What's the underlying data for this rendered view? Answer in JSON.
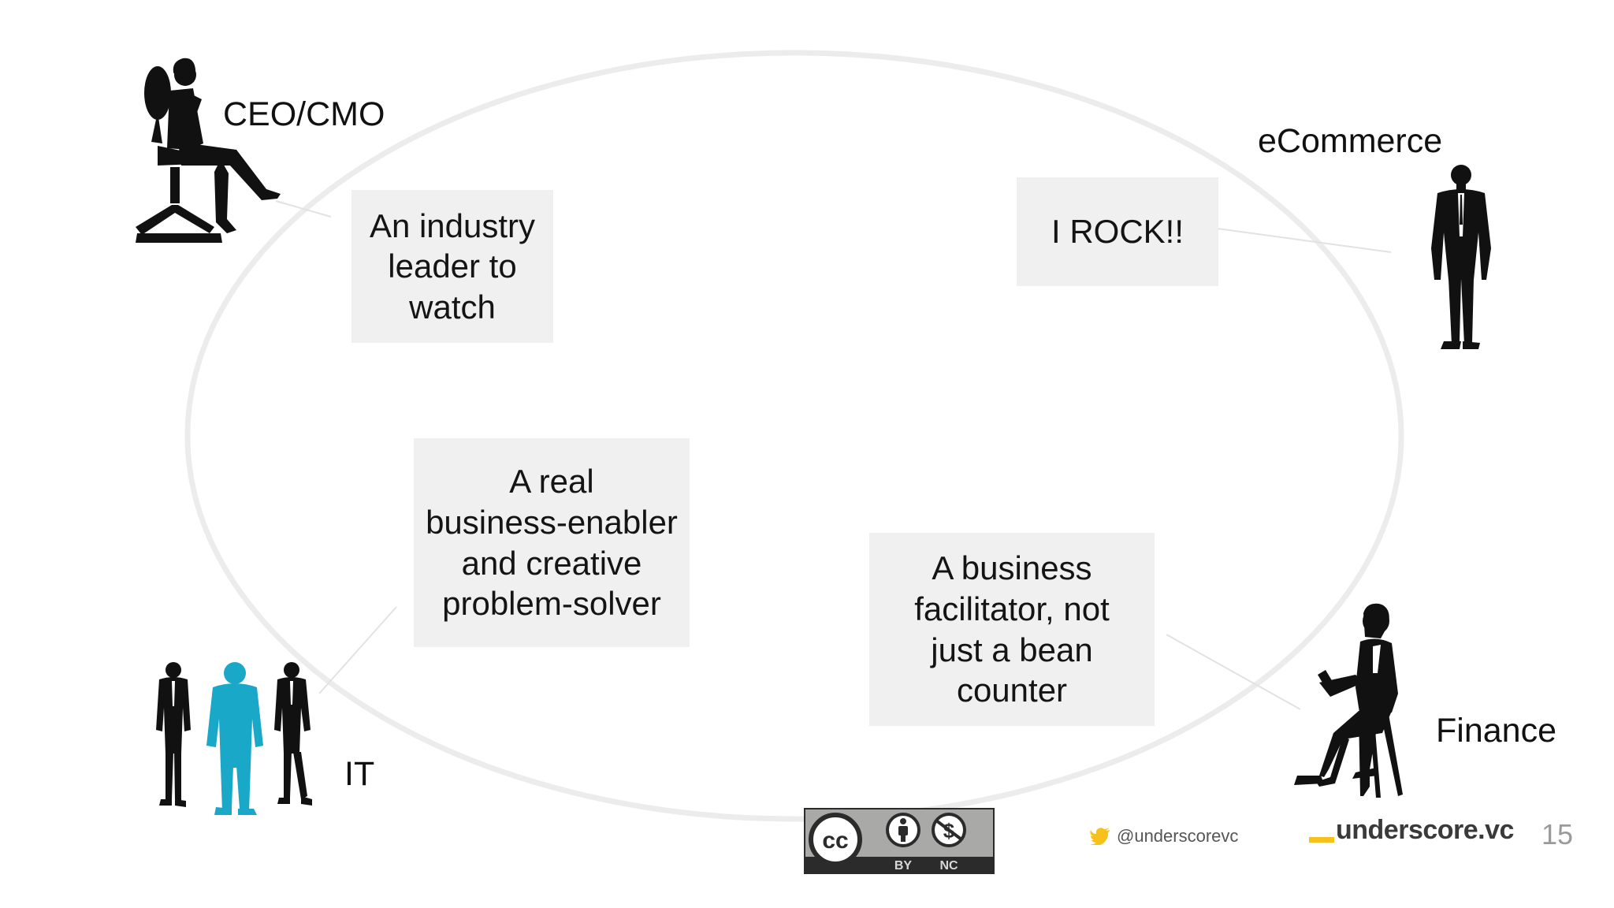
{
  "roles": {
    "ceo": "CEO/CMO",
    "ecommerce": "eCommerce",
    "it": "IT",
    "finance": "Finance"
  },
  "bubbles": {
    "ceo": [
      "An industry",
      "leader to",
      "watch"
    ],
    "ecommerce": [
      "I ROCK!!"
    ],
    "it": [
      "A real",
      "business-enabler",
      "and creative",
      "problem-solver"
    ],
    "finance": [
      "A business",
      "facilitator, not",
      "just a bean",
      "counter"
    ]
  },
  "footer": {
    "twitter_handle": "@underscorevc",
    "brand": "underscore.vc",
    "page_number": "15"
  },
  "license_badge": {
    "mark": "cc",
    "labels": [
      "BY",
      "NC"
    ],
    "icons": [
      "cc-icon",
      "attribution-icon",
      "noncommercial-icon"
    ]
  },
  "colors": {
    "accent_brand": "#f7c11c",
    "highlight_figure": "#1aa8c8",
    "twitter": "#f7c11c",
    "bubble_bg": "#f0f0f0"
  }
}
